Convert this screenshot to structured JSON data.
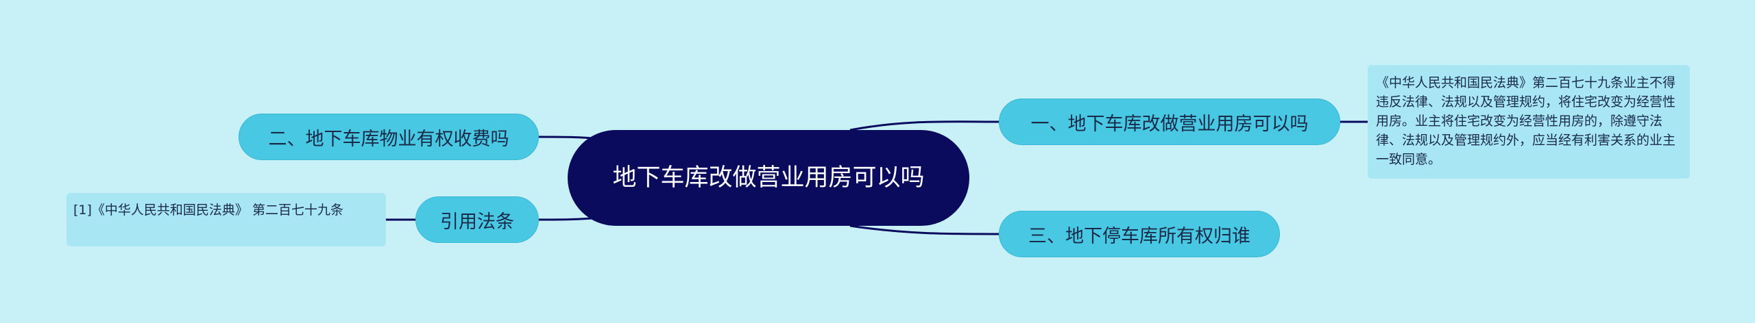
{
  "center": {
    "title": "地下车库改做营业用房可以吗"
  },
  "branches": [
    {
      "label": "一、地下车库改做营业用房可以吗"
    },
    {
      "label": "二、地下车库物业有权收费吗"
    },
    {
      "label": "三、地下停车库所有权归谁"
    },
    {
      "label": "引用法条"
    }
  ],
  "notes": [
    {
      "text": "《中华人民共和国民法典》第二百七十九条业主不得违反法律、法规以及管理规约，将住宅改变为经营性用房。业主将住宅改变为经营性用房的，除遵守法律、法规以及管理规约外，应当经有利害关系的业主一致同意。"
    },
    {
      "text": "[1]《中华人民共和国民法典》 第二百七十九条"
    }
  ],
  "colors": {
    "background": "#c8f0f7",
    "center_fill": "#0b0b5e",
    "branch_fill": "#49c8e3",
    "note_fill": "#a8e6f3",
    "connector": "#0b0b5e"
  }
}
